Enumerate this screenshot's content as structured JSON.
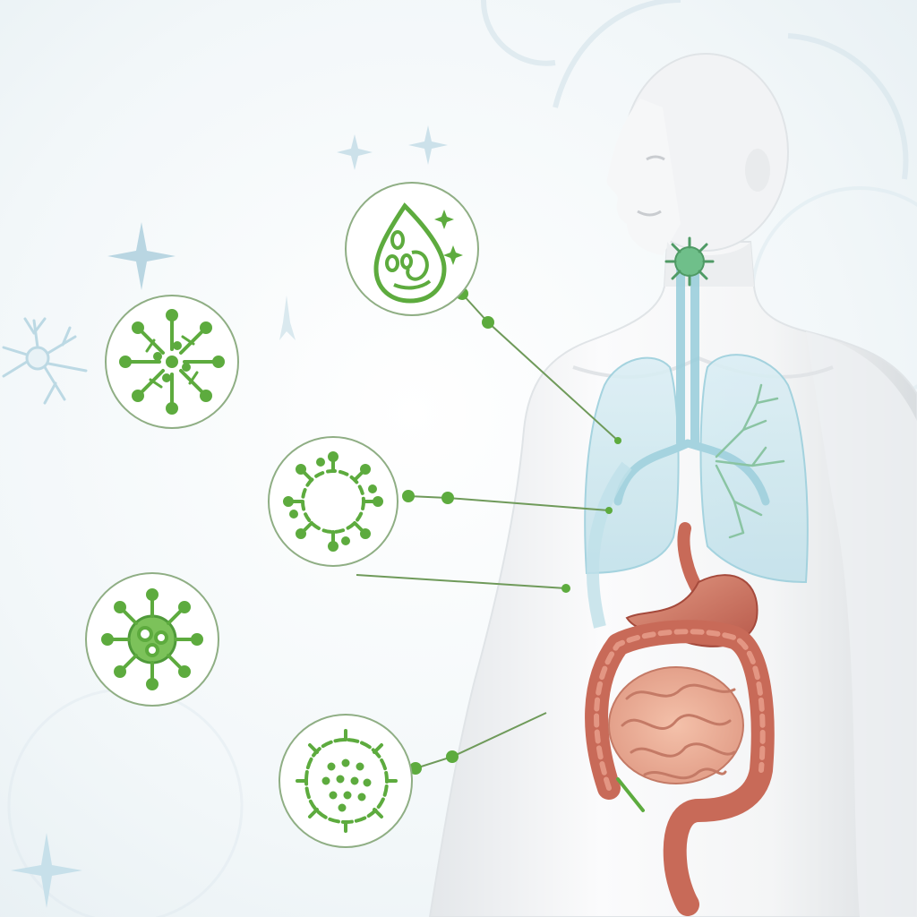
{
  "scene": {
    "subject": "human-torso-anatomy",
    "organs": [
      "trachea",
      "lungs",
      "stomach",
      "small-intestine",
      "large-intestine"
    ],
    "icons": [
      {
        "name": "droplet-microbes-icon"
      },
      {
        "name": "virus-spiky-icon"
      },
      {
        "name": "virus-ring-icon"
      },
      {
        "name": "virus-cluster-icon"
      },
      {
        "name": "virus-dotted-icon"
      }
    ],
    "colors": {
      "accent_green": "#5dab3e",
      "line_green": "#6f9a5a",
      "circle_border": "#8fae84",
      "lung_blue": "#9ccfdc",
      "organ_red": "#c86a58",
      "background": "#f3f7f9",
      "sparkle": "#b9d6e2"
    }
  }
}
